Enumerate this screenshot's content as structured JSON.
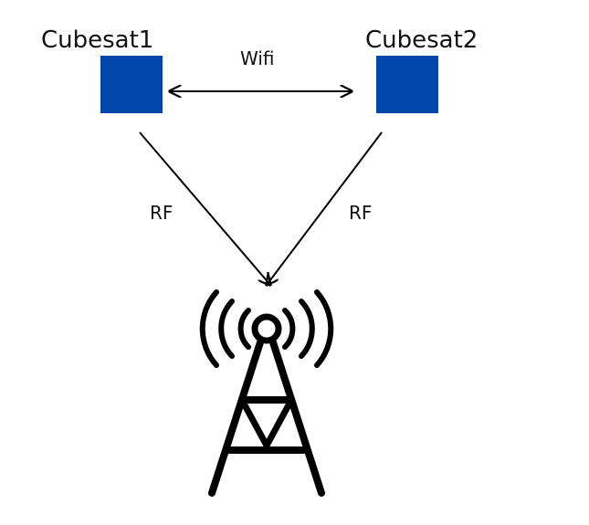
{
  "diagram": {
    "nodes": [
      {
        "id": "cubesat1",
        "label": "Cubesat1",
        "shape": "square",
        "color": "#0047AB"
      },
      {
        "id": "cubesat2",
        "label": "Cubesat2",
        "shape": "square",
        "color": "#0047AB"
      },
      {
        "id": "ground-tower",
        "label": "",
        "icon": "radio-tower-icon",
        "color": "#000000"
      }
    ],
    "edges": [
      {
        "from": "cubesat1",
        "to": "cubesat2",
        "label": "Wifi",
        "direction": "both"
      },
      {
        "from": "cubesat1",
        "to": "ground-tower",
        "label": "RF",
        "direction": "to"
      },
      {
        "from": "cubesat2",
        "to": "ground-tower",
        "label": "RF",
        "direction": "to"
      }
    ]
  }
}
